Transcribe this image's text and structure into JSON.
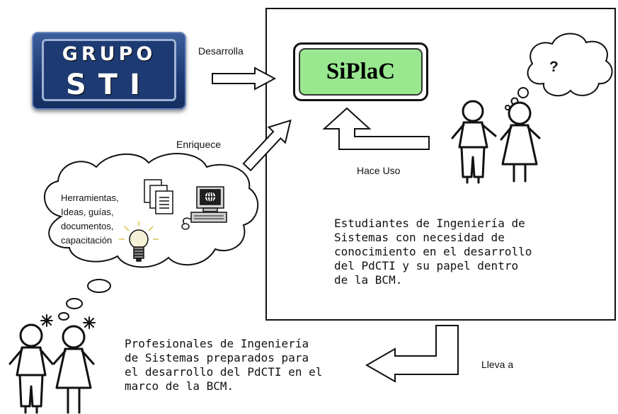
{
  "logo": {
    "line1": "GRUPO",
    "line2": "STI"
  },
  "system": {
    "name": "SiPlaC"
  },
  "labels": {
    "develops": "Desarrolla",
    "enriches": "Enriquece",
    "uses": "Hace Uso",
    "leads_to": "Lleva a"
  },
  "thought": {
    "question": "?"
  },
  "resources": {
    "lines": [
      "Herramientas,",
      "Ideas, guías,",
      "documentos,",
      "capacitación"
    ]
  },
  "students": {
    "lines": [
      "Estudiantes de Ingeniería de",
      "Sistemas con necesidad de",
      "conocimiento en el desarrollo",
      "del PdCTI y su papel dentro",
      "de la BCM."
    ]
  },
  "professionals": {
    "lines": [
      "Profesionales de Ingeniería",
      "de Sistemas preparados para",
      "el desarrollo del PdCTI en el",
      "marco de la BCM."
    ]
  }
}
